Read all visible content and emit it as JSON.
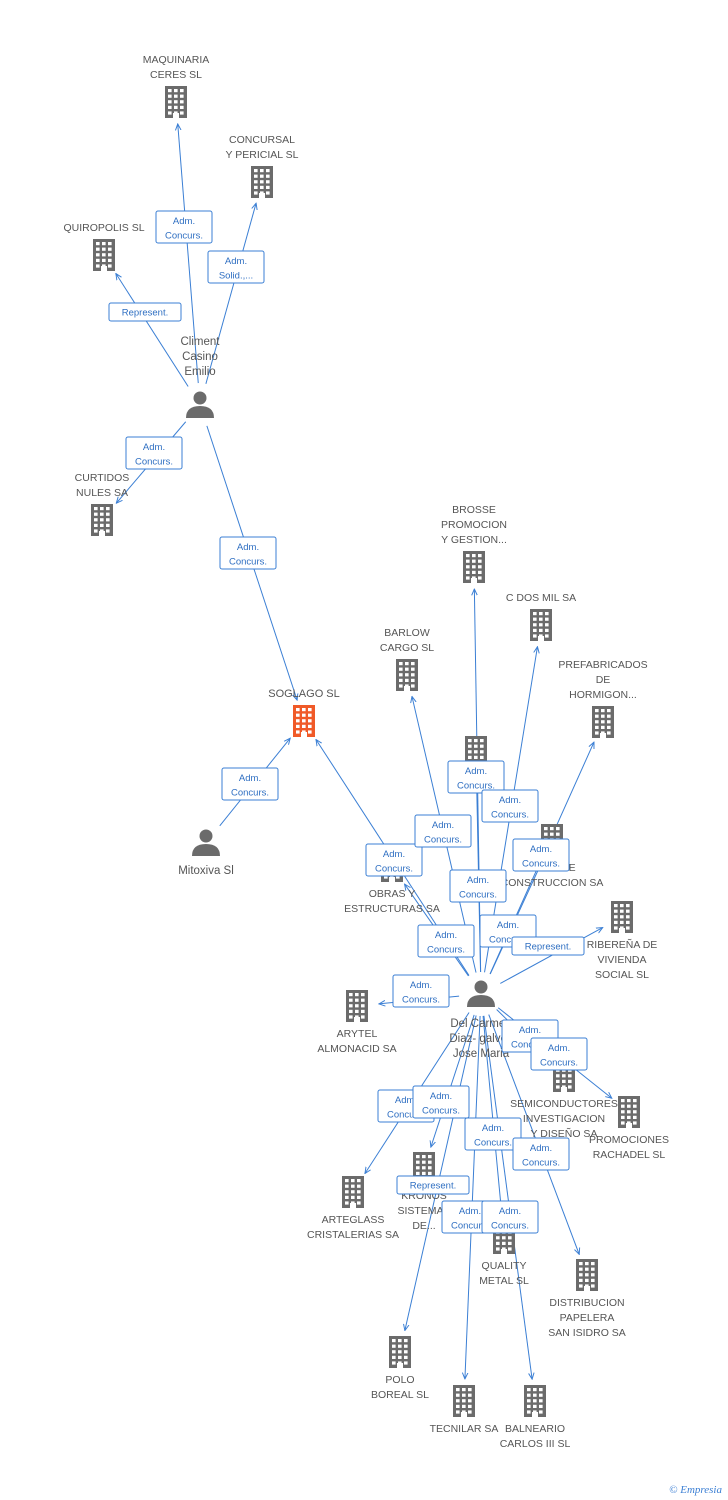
{
  "colors": {
    "edge": "#3b7fd4",
    "company": "#6b6b6b",
    "focus": "#f05a28",
    "person": "#6b6b6b"
  },
  "persons": [
    {
      "id": "climent",
      "lines": [
        "Climent",
        "Casino",
        "Emilio"
      ]
    },
    {
      "id": "mitoxiva",
      "lines": [
        "Mitoxiva Sl"
      ]
    },
    {
      "id": "delcarmen",
      "lines": [
        "Del Carmen",
        "Diaz- galvez",
        "Jose Maria"
      ]
    }
  ],
  "companies": [
    {
      "id": "maquinaria",
      "lines": [
        "MAQUINARIA",
        "CERES SL"
      ]
    },
    {
      "id": "concursal",
      "lines": [
        "CONCURSAL",
        "Y PERICIAL SL"
      ]
    },
    {
      "id": "quiropolis",
      "lines": [
        "QUIROPOLIS SL"
      ]
    },
    {
      "id": "curtidos",
      "lines": [
        "CURTIDOS",
        "NULES SA"
      ]
    },
    {
      "id": "soglago",
      "lines": [
        "SOGLAGO SL"
      ],
      "focus": true
    },
    {
      "id": "brosse",
      "lines": [
        "BROSSE",
        "PROMOCION",
        "Y GESTION..."
      ]
    },
    {
      "id": "cdosmil",
      "lines": [
        "C DOS MIL SA"
      ]
    },
    {
      "id": "barlow",
      "lines": [
        "BARLOW",
        "CARGO SL"
      ]
    },
    {
      "id": "prefabricados",
      "lines": [
        "PREFABRICADOS",
        "DE",
        "HORMIGON..."
      ]
    },
    {
      "id": "altizu",
      "lines": [
        "ALTIZU"
      ]
    },
    {
      "id": "setiome",
      "lines": [
        "SETIOME",
        "CONSTRUCCION SA"
      ]
    },
    {
      "id": "obras",
      "lines": [
        "OBRAS Y",
        "ESTRUCTURAS SA"
      ]
    },
    {
      "id": "riberena",
      "lines": [
        "RIBEREÑA DE",
        "VIVIENDA",
        "SOCIAL SL"
      ]
    },
    {
      "id": "arytel",
      "lines": [
        "ARYTEL",
        "ALMONACID SA"
      ]
    },
    {
      "id": "semiconductores",
      "lines": [
        "SEMICONDUCTORES",
        "INVESTIGACION",
        "Y DISEÑO SA"
      ]
    },
    {
      "id": "rachadel",
      "lines": [
        "PROMOCIONES",
        "RACHADEL SL"
      ]
    },
    {
      "id": "arteglass",
      "lines": [
        "ARTEGLASS",
        "CRISTALERIAS SA"
      ]
    },
    {
      "id": "kronos",
      "lines": [
        "KRONOS",
        "SISTEMAS",
        "DE..."
      ]
    },
    {
      "id": "quality",
      "lines": [
        "QUALITY",
        "METAL SL"
      ]
    },
    {
      "id": "distribucion",
      "lines": [
        "DISTRIBUCION",
        "PAPELERA",
        "SAN ISIDRO SA"
      ]
    },
    {
      "id": "polo",
      "lines": [
        "POLO",
        "BOREAL SL"
      ]
    },
    {
      "id": "tecnilar",
      "lines": [
        "TECNILAR SA"
      ]
    },
    {
      "id": "balneario",
      "lines": [
        "BALNEARIO",
        "CARLOS III SL"
      ]
    }
  ],
  "edges": [
    {
      "from": "climent",
      "to": "maquinaria",
      "label": [
        "Adm.",
        "Concurs."
      ]
    },
    {
      "from": "climent",
      "to": "concursal",
      "label": [
        "Adm.",
        "Solid.,..."
      ]
    },
    {
      "from": "climent",
      "to": "quiropolis",
      "label": [
        "Represent."
      ]
    },
    {
      "from": "climent",
      "to": "curtidos",
      "label": [
        "Adm.",
        "Concurs."
      ]
    },
    {
      "from": "climent",
      "to": "soglago",
      "label": [
        "Adm.",
        "Concurs."
      ]
    },
    {
      "from": "mitoxiva",
      "to": "soglago",
      "label": [
        "Adm.",
        "Concurs."
      ]
    },
    {
      "from": "delcarmen",
      "to": "soglago",
      "label": [
        "Adm.",
        "Concurs."
      ]
    },
    {
      "from": "delcarmen",
      "to": "brosse",
      "label": [
        "Adm.",
        "Concurs."
      ]
    },
    {
      "from": "delcarmen",
      "to": "cdosmil",
      "label": [
        "Adm.",
        "Concurs."
      ]
    },
    {
      "from": "delcarmen",
      "to": "barlow",
      "label": [
        "Adm.",
        "Concurs."
      ]
    },
    {
      "from": "delcarmen",
      "to": "prefabricados",
      "label": [
        "Adm.",
        "Concurs."
      ]
    },
    {
      "from": "delcarmen",
      "to": "altizu",
      "label": [
        "Adm.",
        "Concurs."
      ]
    },
    {
      "from": "delcarmen",
      "to": "setiome",
      "label": [
        "Adm.",
        "Concurs."
      ]
    },
    {
      "from": "delcarmen",
      "to": "obras",
      "label": [
        "Adm.",
        "Concurs."
      ]
    },
    {
      "from": "delcarmen",
      "to": "riberena",
      "label": [
        "Represent."
      ]
    },
    {
      "from": "delcarmen",
      "to": "arytel",
      "label": [
        "Adm.",
        "Concurs."
      ]
    },
    {
      "from": "delcarmen",
      "to": "semiconductores",
      "label": [
        "Adm.",
        "Concurs."
      ]
    },
    {
      "from": "delcarmen",
      "to": "rachadel",
      "label": [
        "Adm.",
        "Concurs."
      ]
    },
    {
      "from": "delcarmen",
      "to": "arteglass",
      "label": [
        "Adm.",
        "Concurs."
      ]
    },
    {
      "from": "delcarmen",
      "to": "kronos",
      "label": [
        "Adm.",
        "Concurs."
      ]
    },
    {
      "from": "delcarmen",
      "to": "quality",
      "label": [
        "Adm.",
        "Concurs."
      ]
    },
    {
      "from": "delcarmen",
      "to": "distribucion",
      "label": [
        "Adm.",
        "Concurs."
      ]
    },
    {
      "from": "delcarmen",
      "to": "polo",
      "label": [
        "Represent."
      ]
    },
    {
      "from": "delcarmen",
      "to": "tecnilar",
      "label": [
        "Adm.",
        "Concurs."
      ]
    },
    {
      "from": "delcarmen",
      "to": "balneario",
      "label": [
        "Adm.",
        "Concurs."
      ]
    }
  ],
  "credit": {
    "symbol": "©",
    "brand": "Empresia"
  }
}
